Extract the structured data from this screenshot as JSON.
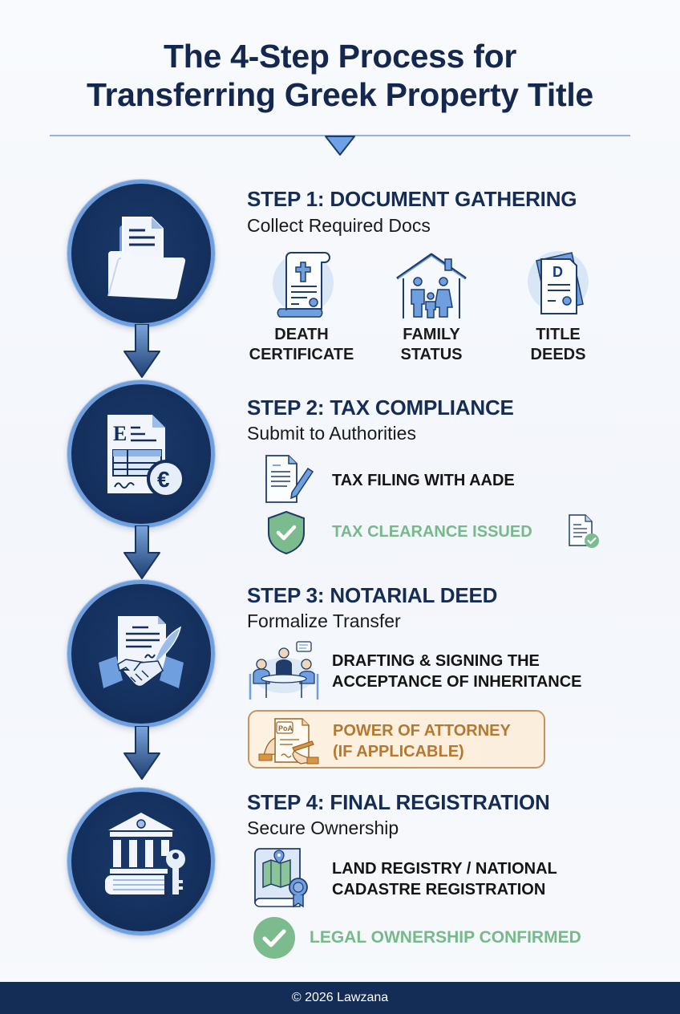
{
  "header": {
    "title_line1": "The 4-Step Process for",
    "title_line2": "Transferring Greek Property Title"
  },
  "colors": {
    "navy": "#142d57",
    "accent_blue": "#6f9fde",
    "light_blue": "#8fb3df",
    "success_green": "#76b98a",
    "poa_orange": "#b5782f",
    "poa_bg": "#fdf1e1"
  },
  "steps": [
    {
      "heading": "STEP 1: DOCUMENT GATHERING",
      "subtitle": "Collect Required Docs",
      "icon": "folder-documents-icon",
      "items": [
        {
          "label_line1": "DEATH",
          "label_line2": "CERTIFICATE",
          "icon": "death-certificate-scroll-icon"
        },
        {
          "label_line1": "FAMILY",
          "label_line2": "STATUS",
          "icon": "family-house-icon"
        },
        {
          "label_line1": "TITLE",
          "label_line2": "DEEDS",
          "icon": "title-deed-document-icon"
        }
      ]
    },
    {
      "heading": "STEP 2: TAX COMPLIANCE",
      "subtitle": "Submit to Authorities",
      "icon": "tax-form-euro-icon",
      "items": [
        {
          "label": "TAX FILING WITH AADE",
          "icon": "document-pen-icon"
        },
        {
          "label": "TAX CLEARANCE ISSUED",
          "icon": "shield-check-icon",
          "trailing_icon": "document-check-icon",
          "status": "success"
        }
      ]
    },
    {
      "heading": "STEP 3: NOTARIAL DEED",
      "subtitle": "Formalize Transfer",
      "icon": "handshake-contract-icon",
      "items": [
        {
          "label_line1": "DRAFTING & SIGNING THE",
          "label_line2": "ACCEPTANCE OF INHERITANCE",
          "icon": "notary-meeting-icon"
        },
        {
          "label_line1": "POWER OF ATTORNEY",
          "label_line2": "(IF APPLICABLE)",
          "icon": "poa-document-icon",
          "badge_text": "PoA",
          "status": "optional"
        }
      ]
    },
    {
      "heading": "STEP 4: FINAL REGISTRATION",
      "subtitle": "Secure Ownership",
      "icon": "bank-key-book-icon",
      "items": [
        {
          "label_line1": "LAND REGISTRY / NATIONAL",
          "label_line2": "CADASTRE REGISTRATION",
          "icon": "map-book-award-icon"
        },
        {
          "label": "LEGAL OWNERSHIP CONFIRMED",
          "icon": "check-circle-icon",
          "status": "success"
        }
      ]
    }
  ],
  "footer": {
    "copyright": "© 2026 Lawzana"
  }
}
